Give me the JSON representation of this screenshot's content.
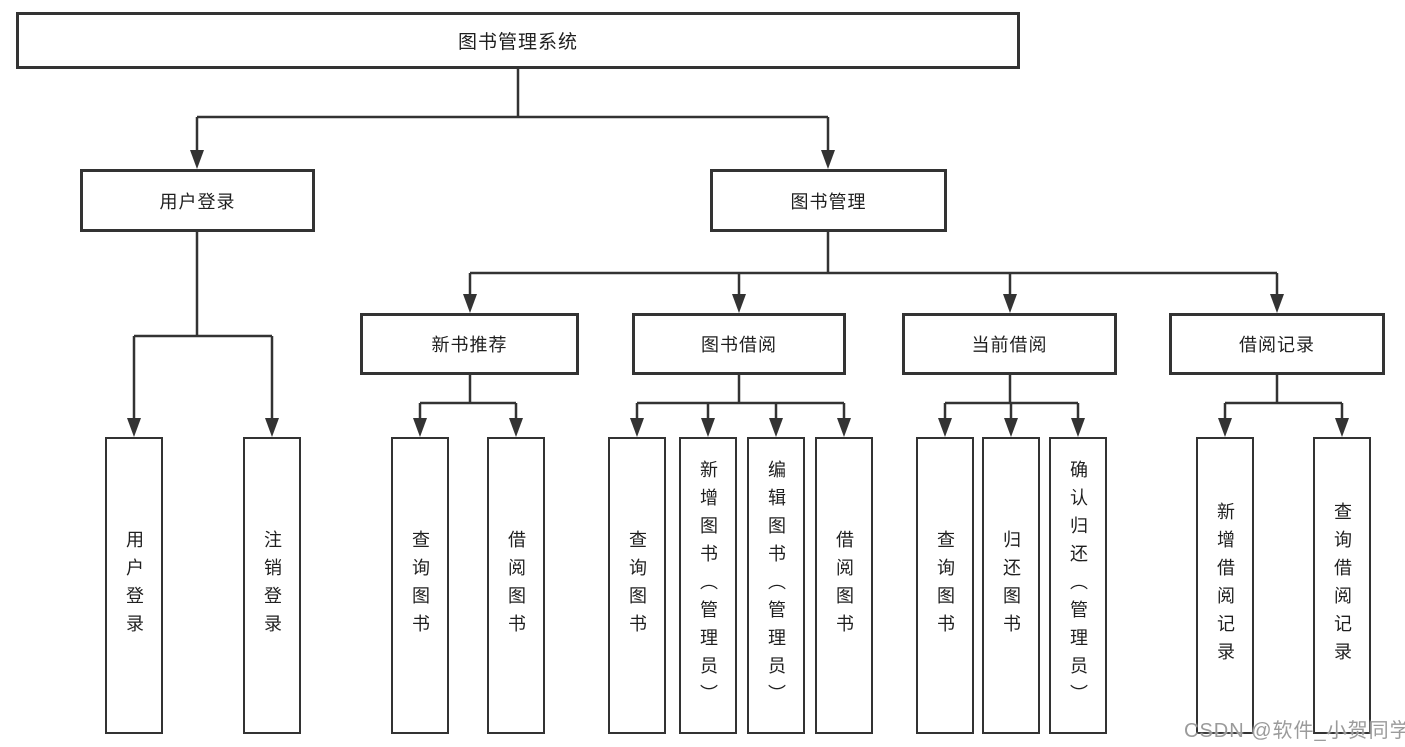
{
  "diagram": {
    "kind": "hierarchy-tree",
    "colors": {
      "line": "#333333",
      "box_border": "#333333",
      "box_fill": "#ffffff",
      "text": "#1f1f1f",
      "background": "#ffffff",
      "watermark": "#9b9b9b"
    }
  },
  "tree": {
    "label": "图书管理系统",
    "children": [
      {
        "label": "用户登录",
        "children": [
          {
            "label": "用户登录"
          },
          {
            "label": "注销登录"
          }
        ]
      },
      {
        "label": "图书管理",
        "children": [
          {
            "label": "新书推荐",
            "children": [
              {
                "label": "查询图书"
              },
              {
                "label": "借阅图书"
              }
            ]
          },
          {
            "label": "图书借阅",
            "children": [
              {
                "label": "查询图书"
              },
              {
                "label": "新增图书（管理员）"
              },
              {
                "label": "编辑图书（管理员）"
              },
              {
                "label": "借阅图书"
              }
            ]
          },
          {
            "label": "当前借阅",
            "children": [
              {
                "label": "查询图书"
              },
              {
                "label": "归还图书"
              },
              {
                "label": "确认归还（管理员）"
              }
            ]
          },
          {
            "label": "借阅记录",
            "children": [
              {
                "label": "新增借阅记录"
              },
              {
                "label": "查询借阅记录"
              }
            ]
          }
        ]
      }
    ]
  },
  "watermark": {
    "text": "CSDN @软件_小贺同学"
  }
}
